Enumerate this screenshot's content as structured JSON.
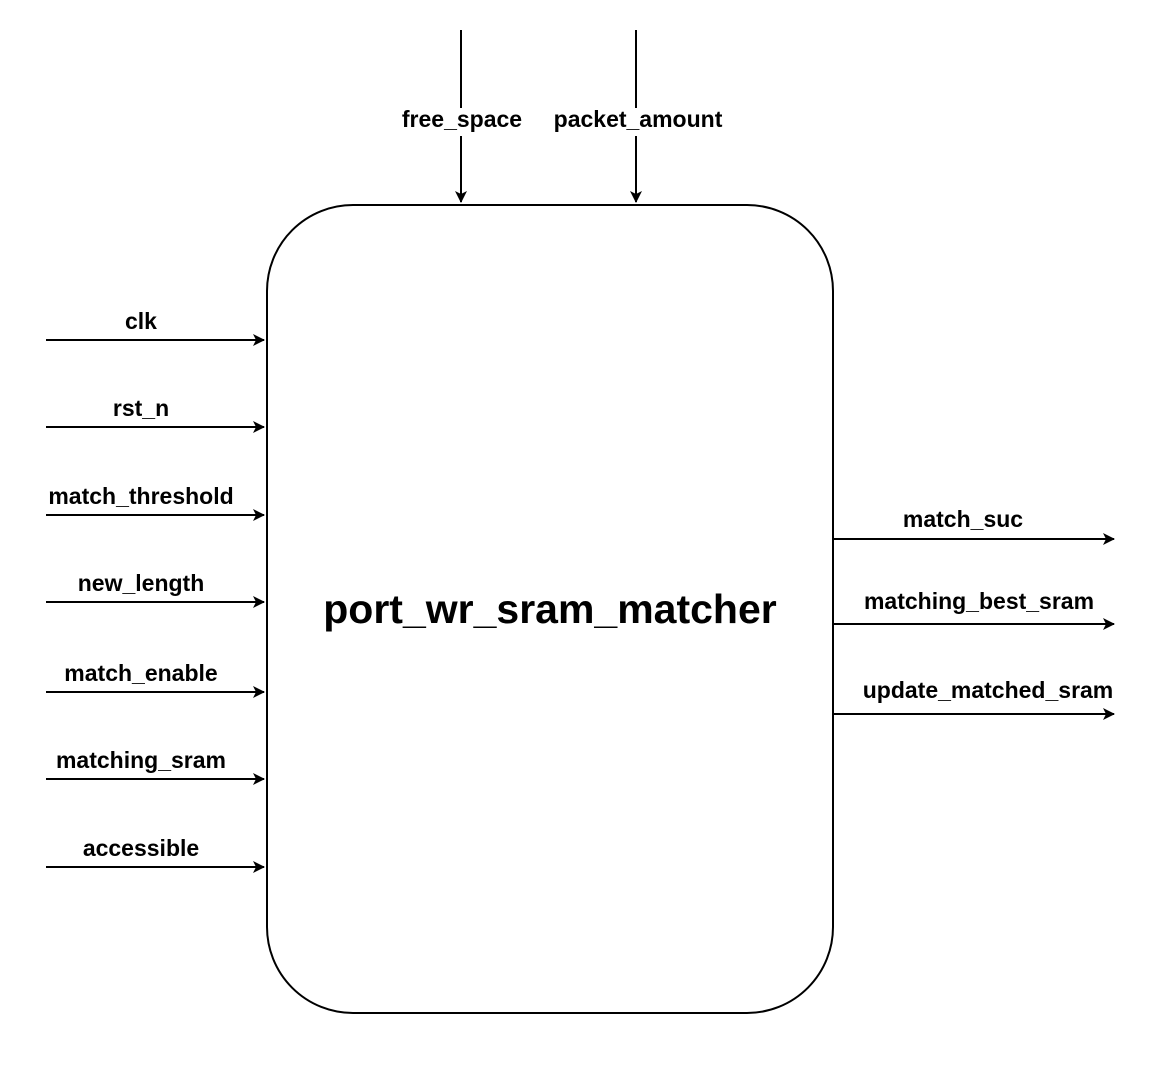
{
  "module": {
    "name": "port_wr_sram_matcher"
  },
  "top_inputs": [
    {
      "label": "free_space"
    },
    {
      "label": "packet_amount"
    }
  ],
  "left_inputs": [
    {
      "label": "clk"
    },
    {
      "label": "rst_n"
    },
    {
      "label": "match_threshold"
    },
    {
      "label": "new_length"
    },
    {
      "label": "match_enable"
    },
    {
      "label": "matching_sram"
    },
    {
      "label": "accessible"
    }
  ],
  "right_outputs": [
    {
      "label": "match_suc"
    },
    {
      "label": "matching_best_sram"
    },
    {
      "label": "update_matched_sram"
    }
  ]
}
